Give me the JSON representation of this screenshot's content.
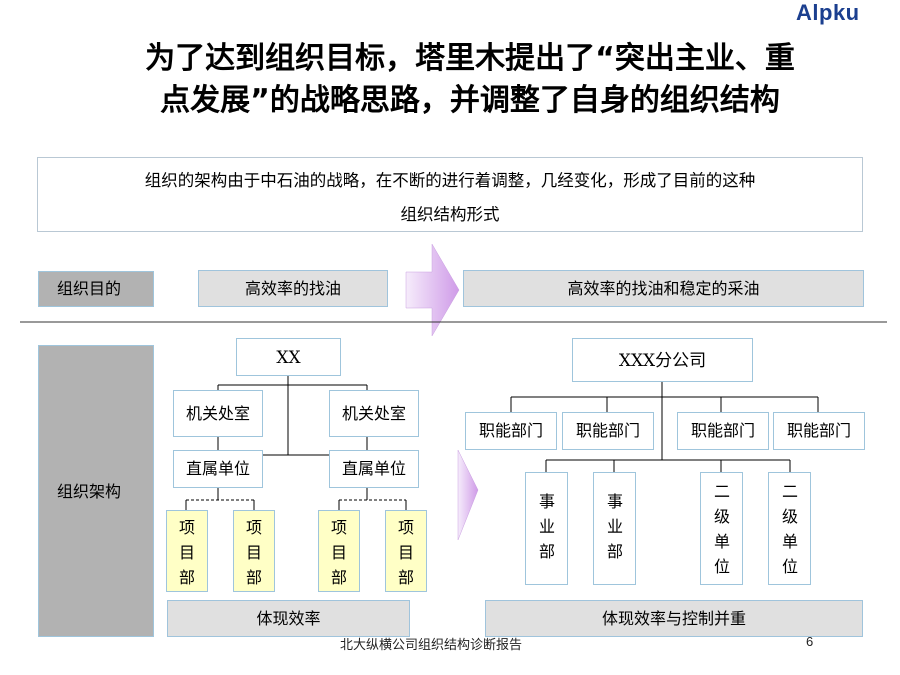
{
  "logo": "Alpku",
  "title_line1": "为了达到组织目标，塔里木提出了“突出主业、重",
  "title_line2": "点发展”的战略思路，并调整了自身的组织结构",
  "intro_line1": "组织的架构由于中石油的战略，在不断的进行着调整，几经变化，形成了目前的这种",
  "intro_line2": "组织结构形式",
  "goal": {
    "label": "组织目的",
    "before": "高效率的找油",
    "after": "高效率的找油和稳定的采油"
  },
  "structure_label": "组织架构",
  "left": {
    "root": "XX",
    "office_left": "机关处室",
    "office_right": "机关处室",
    "unit_left": "直属单位",
    "unit_right": "直属单位",
    "projects": [
      "项目部",
      "项目部",
      "项目部",
      "项目部"
    ],
    "caption": "体现效率"
  },
  "right": {
    "root": "XXX分公司",
    "depts": [
      "职能部门",
      "职能部门",
      "职能部门",
      "职能部门"
    ],
    "units": [
      "事业部",
      "事业部",
      "二级单位",
      "二级单位"
    ],
    "caption": "体现效率与控制并重"
  },
  "footer": "北大纵横公司组织结构诊断报告",
  "page_number": "6",
  "colors": {
    "label_grey": "#b2b2b2",
    "box_grey": "#e0e0e0",
    "border_blue": "#9fc5dc",
    "project_yellow": "#ffffc6",
    "arrow_purple": "#d9a8f0"
  }
}
